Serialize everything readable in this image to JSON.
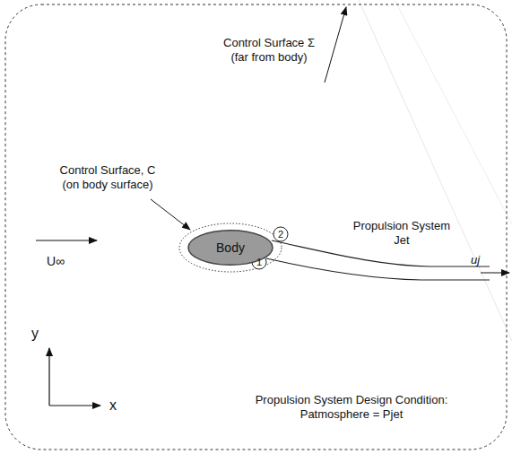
{
  "diagram": {
    "nodes": [
      {
        "text": [
          "Body"
        ]
      }
    ],
    "labels": [
      "Control Surface Σ (far from body)",
      "Control Surface, C (on body surface)",
      "2",
      "1",
      "Propulsion System Jet",
      "uj",
      "U∞",
      "y",
      "x",
      "Propulsion System Design Condition: Patmosphere = Pjet"
    ]
  }
}
